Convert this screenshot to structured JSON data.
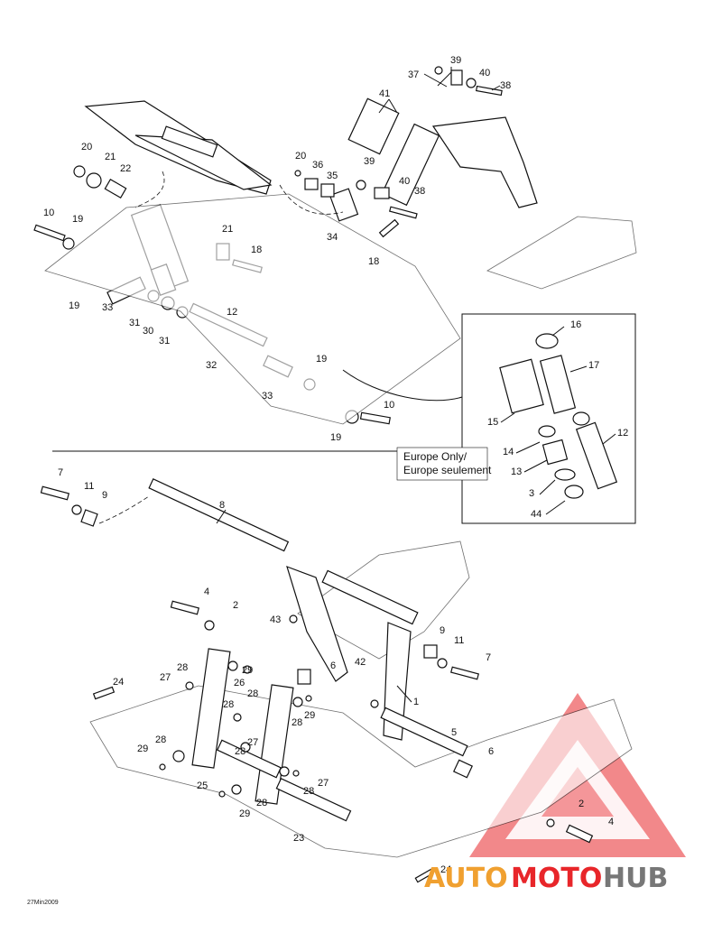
{
  "europe_note": {
    "line1": "Europe Only/",
    "line2": "Europe seulement"
  },
  "footer_code": "27Min2009",
  "watermark": {
    "part1": "AUTO",
    "part2": "MOTO",
    "part3": "HUB",
    "color_red": "#e8262a",
    "color_orange": "#f0a030",
    "color_gray": "#777777"
  },
  "callouts": [
    "1",
    "2",
    "3",
    "4",
    "5",
    "6",
    "7",
    "8",
    "9",
    "10",
    "11",
    "12",
    "13",
    "14",
    "15",
    "16",
    "17",
    "18",
    "19",
    "20",
    "21",
    "22",
    "23",
    "24",
    "25",
    "26",
    "27",
    "28",
    "29",
    "30",
    "31",
    "32",
    "33",
    "34",
    "35",
    "36",
    "37",
    "38",
    "39",
    "40",
    "41",
    "42",
    "43",
    "44"
  ]
}
